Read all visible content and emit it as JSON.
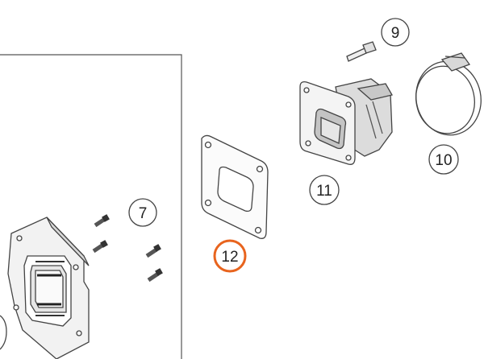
{
  "diagram": {
    "callouts": [
      {
        "id": "7",
        "label": "7"
      },
      {
        "id": "9",
        "label": "9"
      },
      {
        "id": "10",
        "label": "10"
      },
      {
        "id": "11",
        "label": "11"
      },
      {
        "id": "12",
        "label": "12",
        "highlighted": true
      }
    ],
    "colors": {
      "line": "#444444",
      "highlight": "#e8641e",
      "part_fill": "#f2f2f2",
      "shade": "#b9b9b9"
    }
  }
}
